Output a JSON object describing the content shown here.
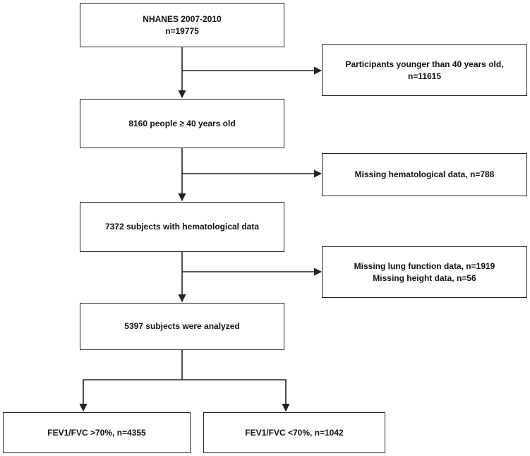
{
  "nodes": {
    "nhanes": {
      "line1": "NHANES 2007-2010",
      "line2": "n=19775"
    },
    "excluded_young": {
      "line1": "Participants younger than 40 years old,",
      "line2": "n=11615"
    },
    "age_40": {
      "line1": "8160 people ≥ 40 years old"
    },
    "excluded_hema": {
      "line1": "Missing hematological data, n=788"
    },
    "hema": {
      "line1": "7372 subjects with hematological data"
    },
    "excluded_lung": {
      "line1": "Missing lung function data, n=1919",
      "line2": "Missing height data, n=56"
    },
    "analyzed": {
      "line1": "5397 subjects were analyzed"
    },
    "fev_high": {
      "line1": "FEV1/FVC >70%, n=4355"
    },
    "fev_low": {
      "line1": "FEV1/FVC <70%, n=1042"
    }
  },
  "colors": {
    "stroke": "#222222",
    "text": "#111111",
    "background": "#ffffff"
  }
}
